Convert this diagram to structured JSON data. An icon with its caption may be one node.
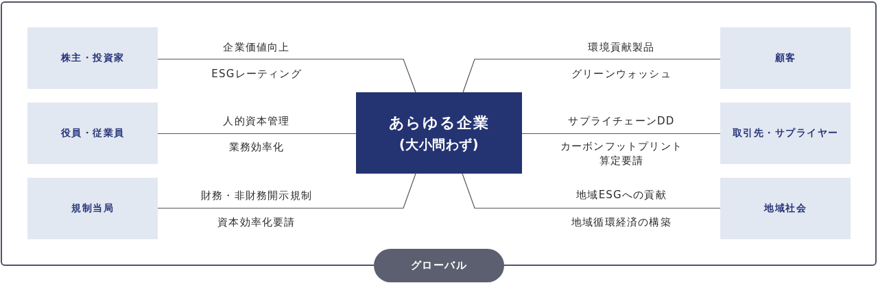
{
  "diagram": {
    "nodes": [
      {
        "text": [
          "グローバル"
        ]
      },
      {
        "text": [
          "株主・投資家"
        ],
        "in": 0
      },
      {
        "text": [
          "役員・従業員"
        ],
        "in": 0
      },
      {
        "text": [
          "規制当局"
        ],
        "in": 0
      },
      {
        "text": [
          "あらゆる企業",
          "(大小問わず)"
        ],
        "in": 0
      },
      {
        "text": [
          "顧客"
        ],
        "in": 0
      },
      {
        "text": [
          "取引先・サプライヤー"
        ],
        "in": 0
      },
      {
        "text": [
          "地域社会"
        ],
        "in": 0
      }
    ],
    "edges": [
      {
        "from": 1,
        "to": 4,
        "arrow": "none"
      },
      {
        "from": 2,
        "to": 4,
        "arrow": "none"
      },
      {
        "from": 3,
        "to": 4,
        "arrow": "none"
      },
      {
        "from": 4,
        "to": 5,
        "arrow": "none"
      },
      {
        "from": 4,
        "to": 6,
        "arrow": "none"
      },
      {
        "from": 4,
        "to": 7,
        "arrow": "none"
      }
    ],
    "labels": [
      "企業価値向上",
      "ESGレーティング",
      "人的資本管理",
      "業務効率化",
      "財務・非財務開示規制",
      "資本効率化要請",
      "環境貢献製品",
      "グリーンウォッシュ",
      "サプライチェーンDD",
      "カーボンフットプリント算定要請",
      "地域ESGへの貢献",
      "地域循環経済の構築"
    ]
  }
}
